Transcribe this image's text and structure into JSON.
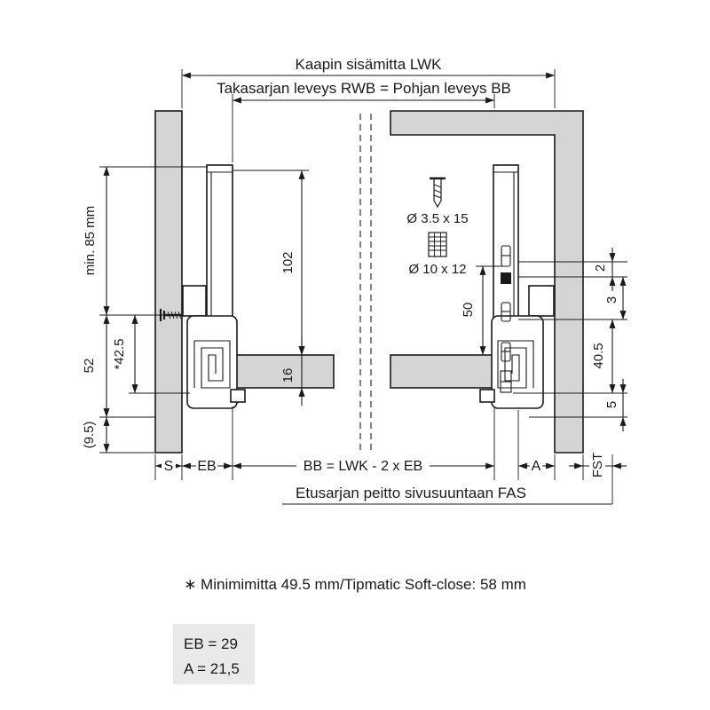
{
  "title_dims": {
    "lwk": "Kaapin sisämitta LWK",
    "rwb_bb": "Takasarjan leveys RWB = Pohjan leveys BB"
  },
  "left_dims": {
    "min_85": "min. 85 mm",
    "v52": "52",
    "v42_5": "*42.5",
    "v9_5": "(9.5)"
  },
  "inner_dims": {
    "v102": "102",
    "v16": "16",
    "v50": "50"
  },
  "right_dims": {
    "v2": "2",
    "v3": "3",
    "v40_5": "40.5",
    "v5": "5",
    "fst": "FST"
  },
  "bottom_dims": {
    "s": "S",
    "eb": "EB",
    "bb": "BB = LWK - 2 x EB",
    "a": "A",
    "fas": "Etusarjan peitto sivusuuntaan FAS"
  },
  "hardware": {
    "screw": "Ø 3.5 x 15",
    "dowel": "Ø 10 x 12"
  },
  "footnote": "∗ Minimimitta 49.5 mm/Tipmatic Soft-close: 58 mm",
  "legend": {
    "eb": "EB = 29",
    "a": "A = 21,5"
  },
  "colors": {
    "line": "#1a1a1a",
    "panel": "#d5d5d5",
    "legend_bg": "#e9e9e9",
    "background": "#ffffff"
  }
}
